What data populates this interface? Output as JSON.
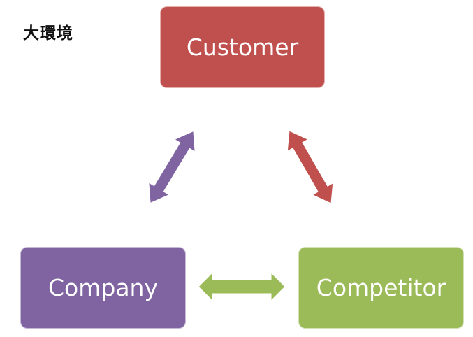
{
  "heading": "大環境",
  "nodes": {
    "customer": {
      "label": "Customer",
      "color": "#c0504d"
    },
    "company": {
      "label": "Company",
      "color": "#8064a2"
    },
    "competitor": {
      "label": "Competitor",
      "color": "#9bbb59"
    }
  },
  "connectors": {
    "company_customer": {
      "color": "#8064a2",
      "icon": "double-arrow"
    },
    "customer_competitor": {
      "color": "#c0504d",
      "icon": "double-arrow"
    },
    "company_competitor": {
      "color": "#9bbb59",
      "icon": "double-arrow"
    }
  }
}
